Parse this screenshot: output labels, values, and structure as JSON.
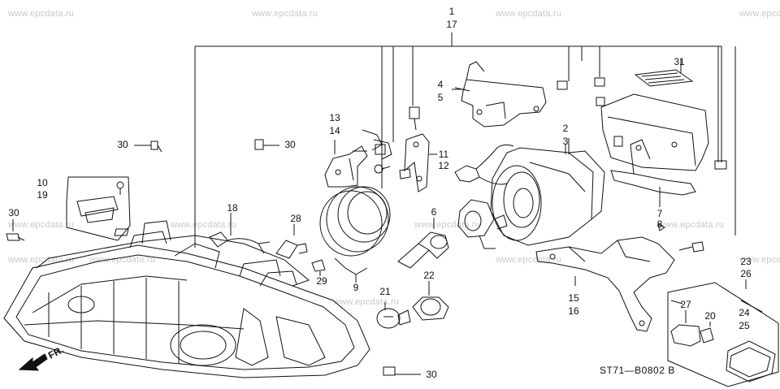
{
  "watermark": "www.epcdata.ru",
  "diagram_code": "ST71—B0802 B",
  "direction_label": "FR.",
  "callouts": {
    "c1": "1",
    "c17": "17",
    "c4": "4",
    "c5": "5",
    "c31": "31",
    "c13": "13",
    "c14": "14",
    "c2": "2",
    "c3": "3",
    "c11": "11",
    "c12": "12",
    "c30a": "30",
    "c30b": "30",
    "c30c": "30",
    "c30d": "30",
    "c10": "10",
    "c19": "19",
    "c18": "18",
    "c28": "28",
    "c29": "29",
    "c6": "6",
    "c7": "7",
    "c8": "8",
    "c9": "9",
    "c21": "21",
    "c22": "22",
    "c15": "15",
    "c16": "16",
    "c23": "23",
    "c26": "26",
    "c27": "27",
    "c20": "20",
    "c24": "24",
    "c25": "25"
  }
}
